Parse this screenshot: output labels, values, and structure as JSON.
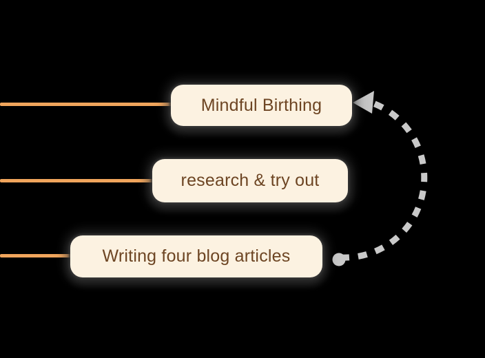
{
  "canvas": {
    "type": "mind-map-canvas",
    "background_color": "#000000"
  },
  "colors": {
    "node_fill": "#fcf2e1",
    "node_text": "#6d4523",
    "branch_connector": "#f0a55c",
    "relationship_gray": "#c9c9c9"
  },
  "nodes": [
    {
      "label": "Mindful Birthing"
    },
    {
      "label": "research & try out"
    },
    {
      "label": "Writing four blog articles"
    }
  ],
  "relationship": {
    "from_label": "Writing four blog articles",
    "to_label": "Mindful Birthing",
    "style": "dashed-arc",
    "start_marker": "dot-handle",
    "end_marker": "arrowhead-left"
  }
}
